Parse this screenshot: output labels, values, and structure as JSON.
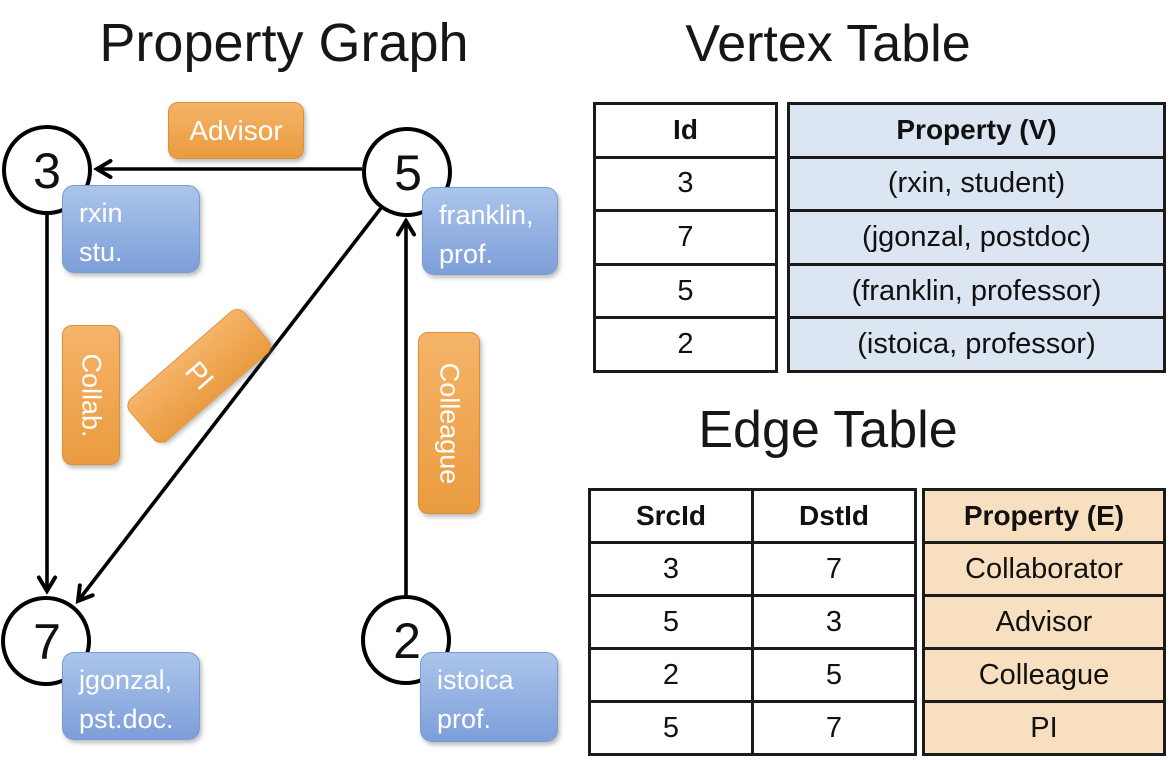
{
  "colors": {
    "edge_label_fill": "#f0a755",
    "edge_label_border": "#dd8f33",
    "node_box_fill": "#8aa9de",
    "vertex_property_bg": "#dce6f2",
    "edge_property_bg": "#f7dfc0",
    "line_color": "#000000"
  },
  "graph": {
    "title": "Property Graph",
    "nodes": [
      {
        "id": "3",
        "line1": "rxin",
        "line2": "stu."
      },
      {
        "id": "5",
        "line1": "franklin,",
        "line2": "prof."
      },
      {
        "id": "7",
        "line1": "jgonzal,",
        "line2": "pst.doc."
      },
      {
        "id": "2",
        "line1": "istoica",
        "line2": "prof."
      }
    ],
    "edge_labels": [
      {
        "text": "Advisor"
      },
      {
        "text": "Collab."
      },
      {
        "text": "PI"
      },
      {
        "text": "Colleague"
      }
    ]
  },
  "vertex_table": {
    "title": "Vertex Table",
    "columns": {
      "id": "Id",
      "property": "Property (V)"
    },
    "rows": [
      {
        "id": "3",
        "property": "(rxin, student)"
      },
      {
        "id": "7",
        "property": "(jgonzal, postdoc)"
      },
      {
        "id": "5",
        "property": "(franklin, professor)"
      },
      {
        "id": "2",
        "property": "(istoica, professor)"
      }
    ]
  },
  "edge_table": {
    "title": "Edge Table",
    "columns": {
      "src": "SrcId",
      "dst": "DstId",
      "property": "Property (E)"
    },
    "rows": [
      {
        "src": "3",
        "dst": "7",
        "property": "Collaborator"
      },
      {
        "src": "5",
        "dst": "3",
        "property": "Advisor"
      },
      {
        "src": "2",
        "dst": "5",
        "property": "Colleague"
      },
      {
        "src": "5",
        "dst": "7",
        "property": "PI"
      }
    ]
  }
}
